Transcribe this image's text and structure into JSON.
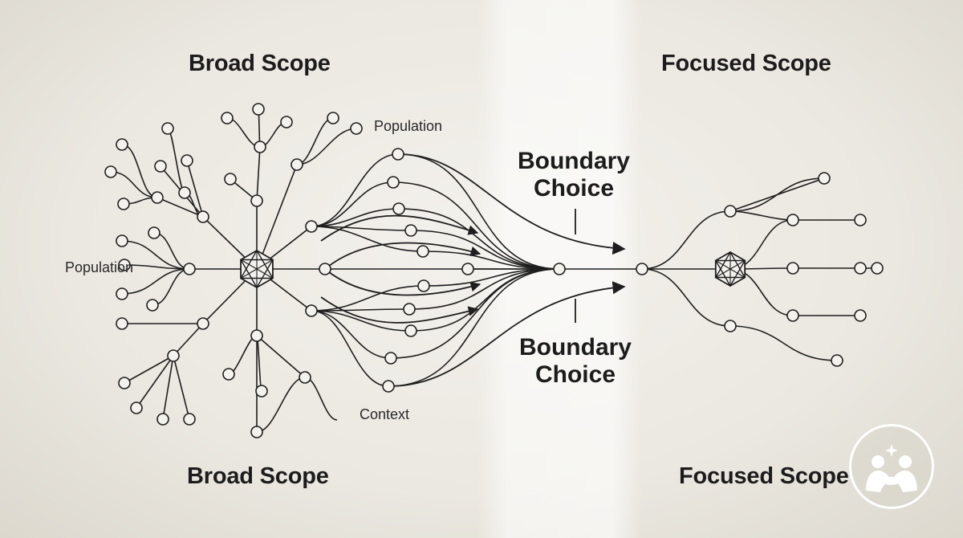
{
  "headings": {
    "broad_top": "Broad Scope",
    "focused_top": "Focused Scope",
    "broad_bottom": "Broad Scope",
    "focused_bottom": "Focused Scope"
  },
  "labels": {
    "population_left": "Population",
    "population_top": "Population",
    "context": "Context"
  },
  "boundary_top": {
    "line1": "Boundary",
    "line2": "Choice"
  },
  "boundary_bottom": {
    "line1": "Boundary",
    "line2": "Choice"
  },
  "colors": {
    "stroke": "#1e1e1e",
    "node_fill": "#f4f2ed",
    "background": "#ebe8e1"
  },
  "icons": {
    "broad_hub": "hexagon-star-icon",
    "focused_hub": "hexagon-star-icon",
    "logo": "two-figures-star-logo"
  }
}
